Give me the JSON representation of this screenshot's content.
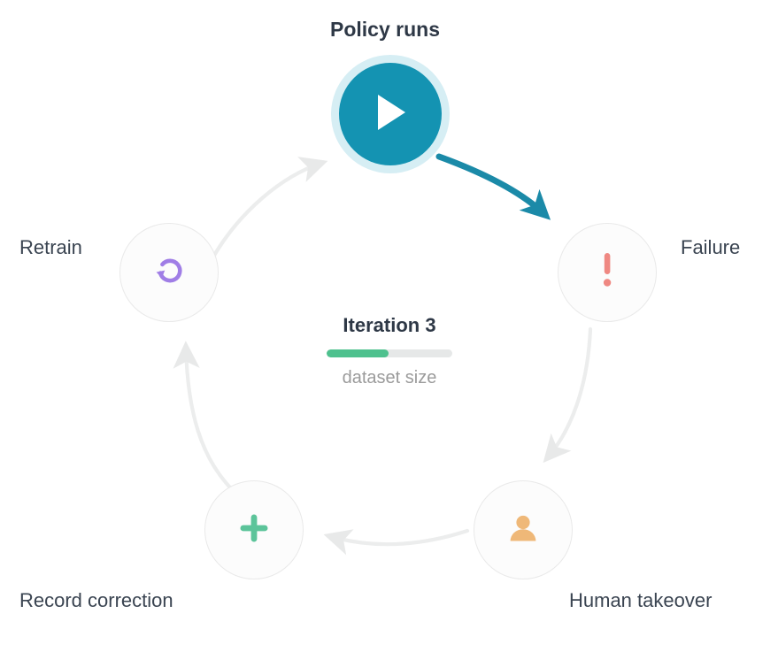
{
  "diagram": {
    "title": "Policy runs",
    "nodes": [
      {
        "id": "policy-runs",
        "label": "Policy runs",
        "icon": "play-icon",
        "state": "active",
        "accent": "#1493b2",
        "halo": "#d6eef4"
      },
      {
        "id": "failure",
        "label": "Failure",
        "icon": "exclamation-icon",
        "state": "idle",
        "accent": "#ef8882"
      },
      {
        "id": "human-takeover",
        "label": "Human takeover",
        "icon": "person-icon",
        "state": "idle",
        "accent": "#efb878"
      },
      {
        "id": "record-correction",
        "label": "Record correction",
        "icon": "plus-icon",
        "state": "idle",
        "accent": "#5cc49a"
      },
      {
        "id": "retrain",
        "label": "Retrain",
        "icon": "refresh-icon",
        "state": "idle",
        "accent": "#a07ee6"
      }
    ],
    "edges": [
      {
        "id": "policy-to-failure",
        "from": "policy-runs",
        "to": "failure",
        "style": "active",
        "color": "#1b8aa8"
      },
      {
        "id": "failure-to-human",
        "from": "failure",
        "to": "human-takeover",
        "style": "idle",
        "color": "#eceded"
      },
      {
        "id": "human-to-record",
        "from": "human-takeover",
        "to": "record-correction",
        "style": "idle",
        "color": "#eceded"
      },
      {
        "id": "record-to-retrain",
        "from": "record-correction",
        "to": "retrain",
        "style": "idle",
        "color": "#eceded"
      },
      {
        "id": "retrain-to-policy",
        "from": "retrain",
        "to": "policy-runs",
        "style": "idle",
        "color": "#eceded"
      }
    ]
  },
  "center": {
    "iteration_label": "Iteration 3",
    "progress_caption": "dataset size",
    "progress_percent": 49,
    "progress_fill_color": "#4ec18e",
    "progress_track_color": "#e6e8e8"
  }
}
